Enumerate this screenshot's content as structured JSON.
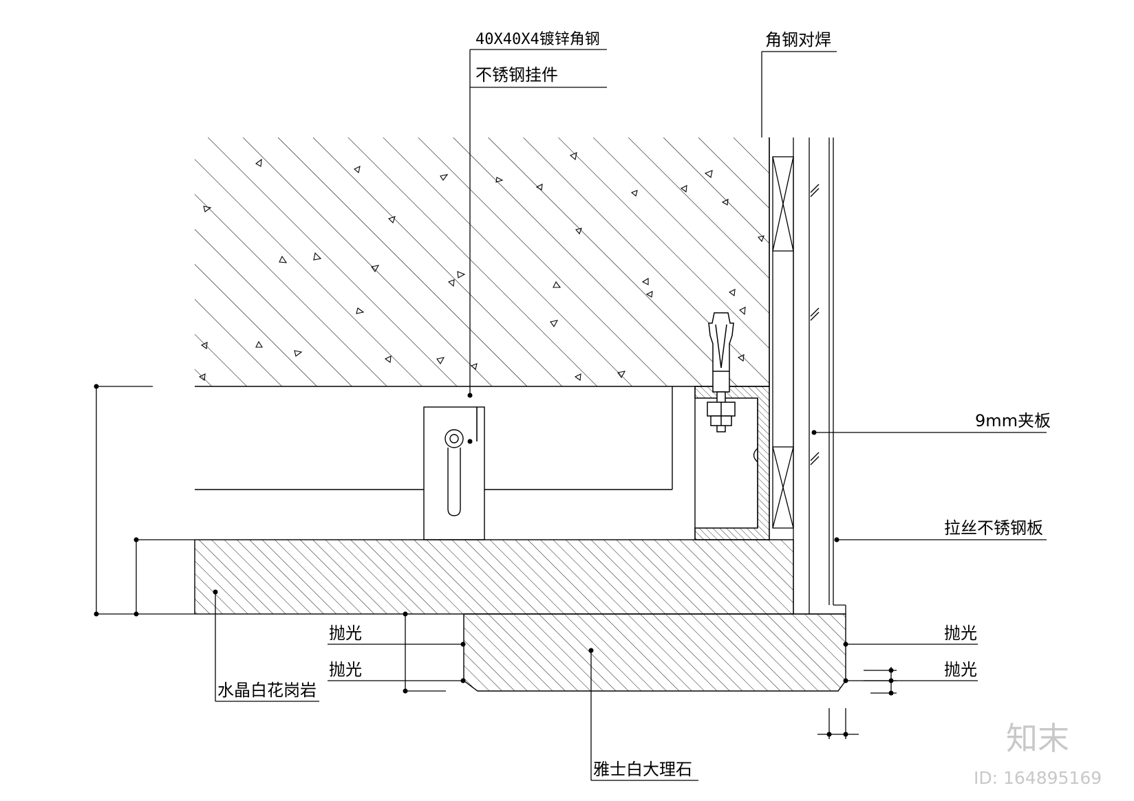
{
  "labels": {
    "angle_steel": "40X40X4镀锌角钢",
    "hanger": "不锈钢挂件",
    "butt_weld": "角钢对焊",
    "plywood": "9mm夹板",
    "brushed_steel": "拉丝不锈钢板",
    "granite": "水晶白花岗岩",
    "marble": "雅士白大理石",
    "polish_left_top": "抛光",
    "polish_left_bottom": "抛光",
    "polish_right_top": "抛光",
    "polish_right_bottom": "抛光"
  },
  "watermark": {
    "logo": "知末",
    "id": "ID: 164895169"
  }
}
